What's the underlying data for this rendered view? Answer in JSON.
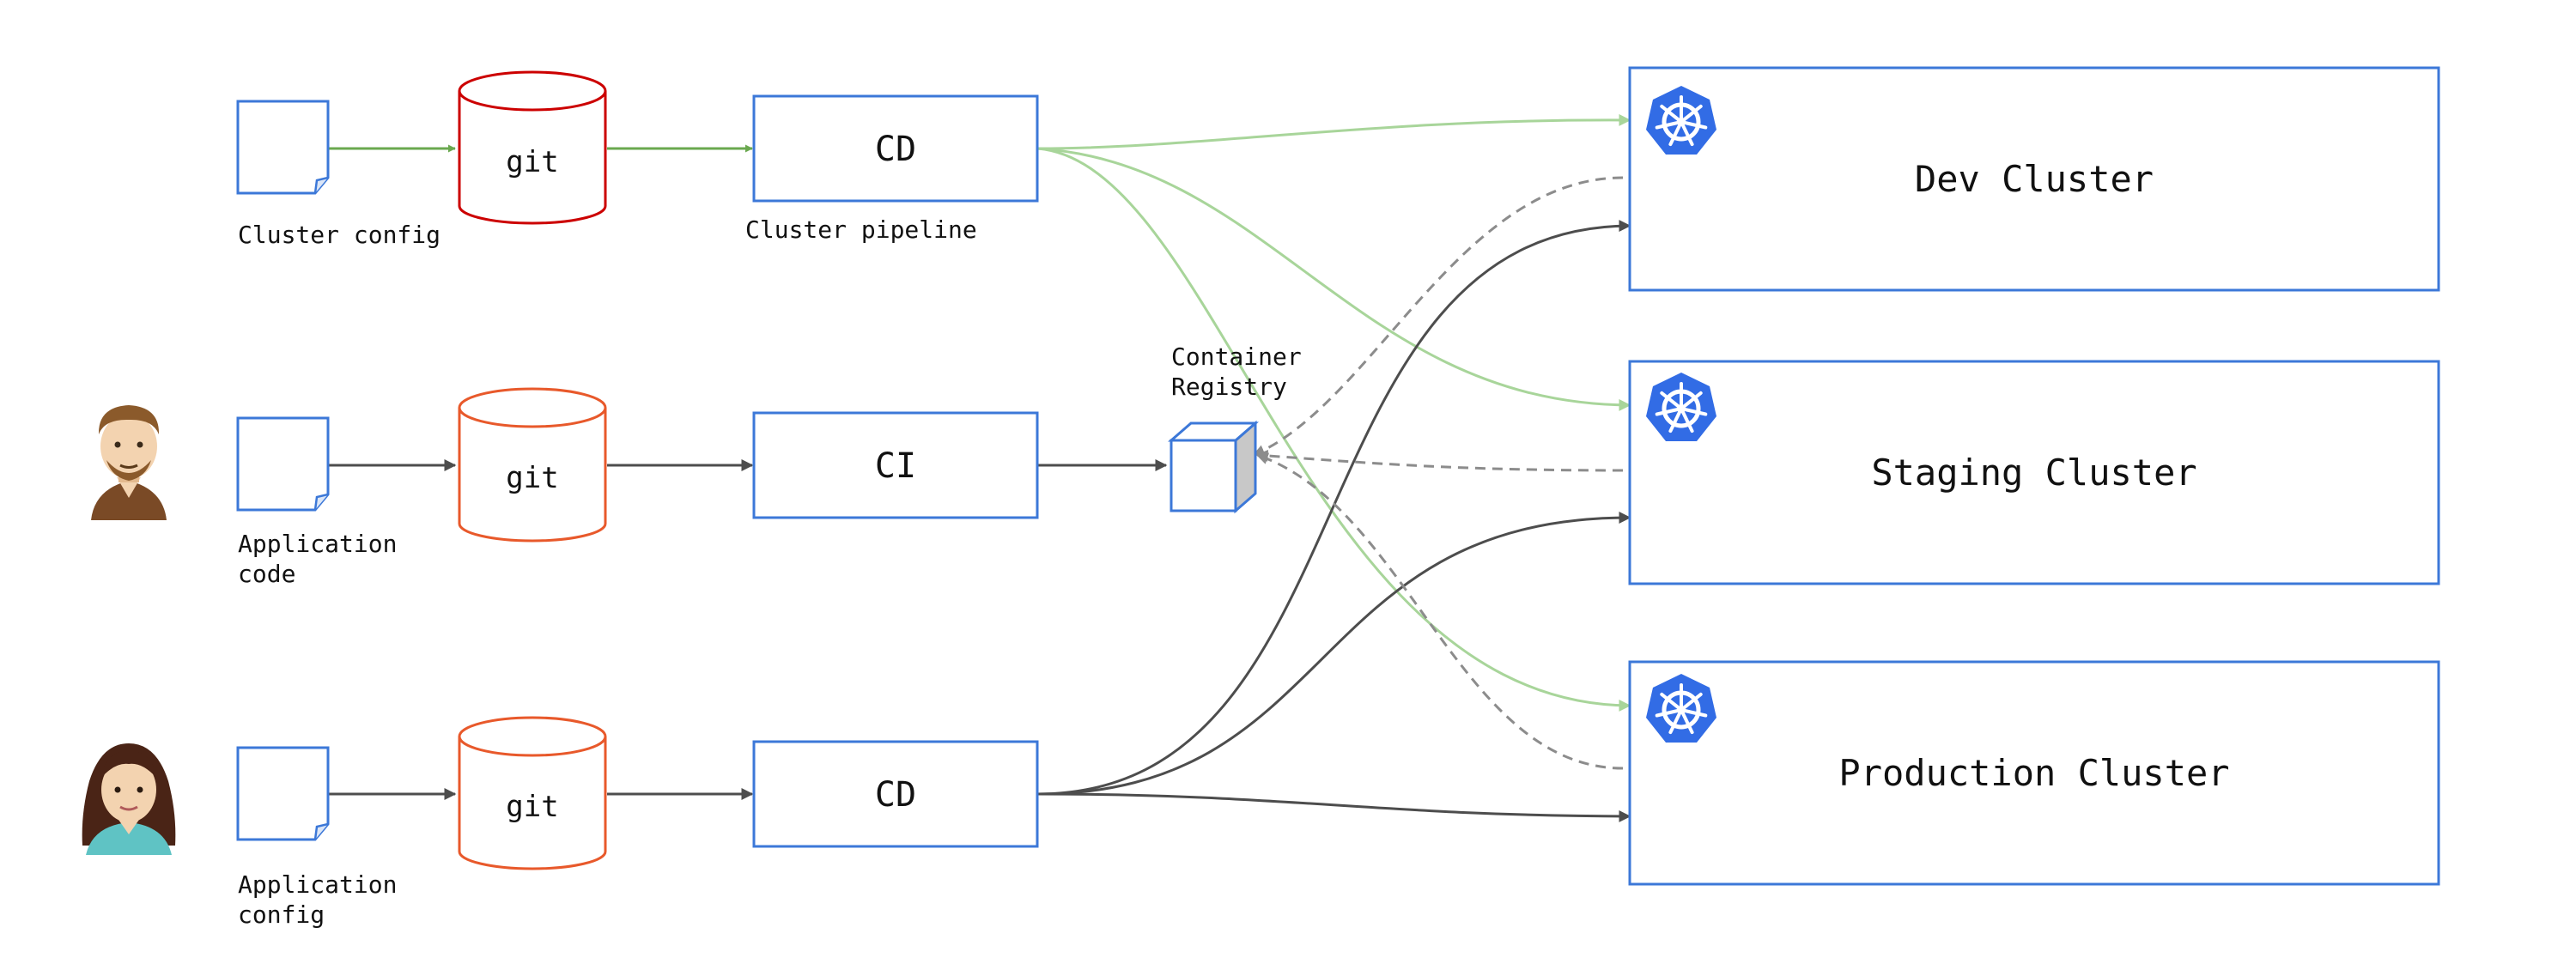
{
  "rows": [
    {
      "source_label_lines": [
        "Cluster config"
      ],
      "repo_label": "git",
      "stage_label": "CD",
      "stage_caption": "Cluster pipeline"
    },
    {
      "source_label_lines": [
        "Application",
        "code"
      ],
      "repo_label": "git",
      "stage_label": "CI",
      "stage_caption": ""
    },
    {
      "source_label_lines": [
        "Application",
        "config"
      ],
      "repo_label": "git",
      "stage_label": "CD",
      "stage_caption": ""
    }
  ],
  "registry": {
    "label_lines": [
      "Container",
      "Registry"
    ]
  },
  "clusters": [
    {
      "label": "Dev Cluster",
      "icon": "kubernetes-icon"
    },
    {
      "label": "Staging Cluster",
      "icon": "kubernetes-icon"
    },
    {
      "label": "Production Cluster",
      "icon": "kubernetes-icon"
    }
  ],
  "people": [
    {
      "icon": "man-avatar-icon"
    },
    {
      "icon": "woman-avatar-icon"
    }
  ],
  "colors": {
    "box_border": "#3c78d8",
    "git_red": "#cc0000",
    "git_orange": "#e8592b",
    "green_arrow": "#6aa84f",
    "light_green_line": "#a8d59a",
    "dark_line": "#4d4d4d",
    "dashed_line": "#8c8c8c",
    "kubernetes_blue": "#326ce5"
  }
}
